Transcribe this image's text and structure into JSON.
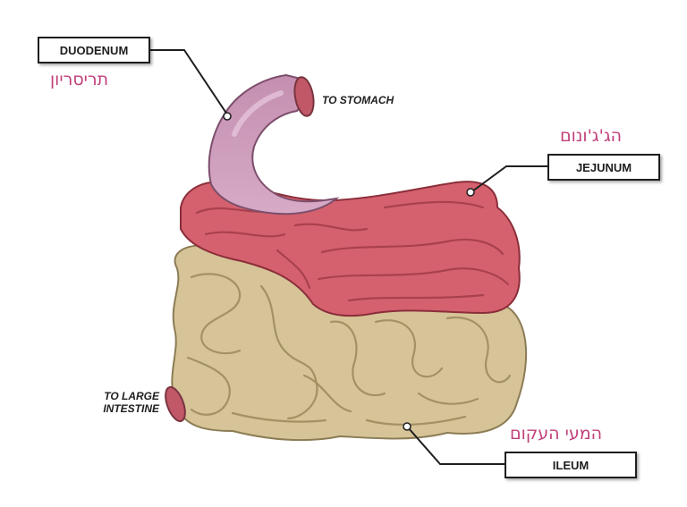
{
  "labels": {
    "duodenum": "DUODENUM",
    "jejunum": "JEJUNUM",
    "ileum": "ILEUM"
  },
  "hebrew": {
    "duodenum": "תריסריון",
    "jejunum": "הג'ג'ונום",
    "ileum": "המעי העקום"
  },
  "notes": {
    "to_stomach": "TO STOMACH",
    "to_large_intestine_line1": "TO LARGE",
    "to_large_intestine_line2": "INTESTINE"
  },
  "colors": {
    "duodenum": "#c99ab8",
    "jejunum": "#d5616e",
    "ileum": "#d6c498",
    "hebrew_text": "#c1407a"
  }
}
